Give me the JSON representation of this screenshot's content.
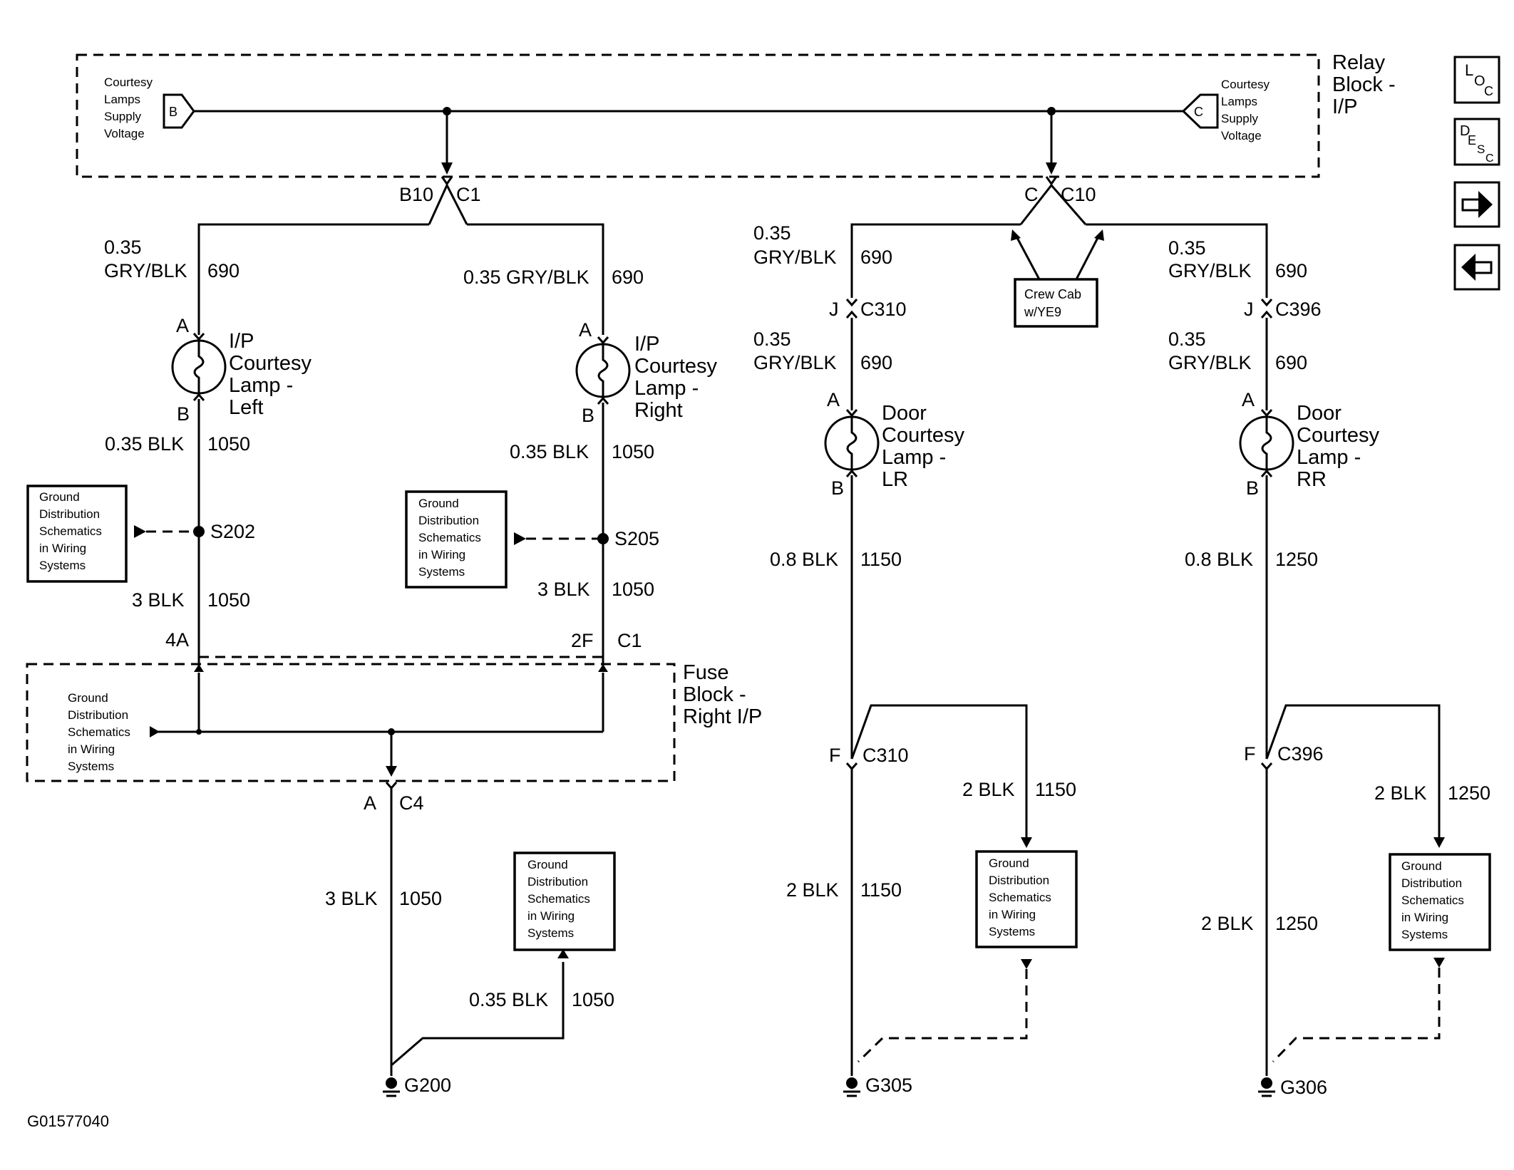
{
  "relay_block": {
    "title": [
      "Relay",
      "Block -",
      "I/P"
    ],
    "left_supply": {
      "connector": "B",
      "lines": [
        "Courtesy",
        "Lamps",
        "Supply",
        "Voltage"
      ]
    },
    "right_supply": {
      "connector": "C",
      "lines": [
        "Courtesy",
        "Lamps",
        "Supply",
        "Voltage"
      ]
    }
  },
  "connectors": {
    "b10": "B10",
    "c1_top": "C1",
    "c_top": "C",
    "c10": "C10",
    "j1": "J",
    "c310_top": "C310",
    "j2": "J",
    "c396_top": "C396",
    "f1": "F",
    "c310_bot": "C310",
    "f2": "F",
    "c396_bot": "C396",
    "s202": "S202",
    "s205": "S205",
    "p4a": "4A",
    "p2f": "2F",
    "c1_fuse": "C1",
    "a_c4": "A",
    "c4": "C4"
  },
  "lamps": {
    "ip_left": {
      "pin_a": "A",
      "pin_b": "B",
      "lines": [
        "I/P",
        "Courtesy",
        "Lamp -",
        "Left"
      ]
    },
    "ip_right": {
      "pin_a": "A",
      "pin_b": "B",
      "lines": [
        "I/P",
        "Courtesy",
        "Lamp -",
        "Right"
      ]
    },
    "door_lr": {
      "pin_a": "A",
      "pin_b": "B",
      "lines": [
        "Door",
        "Courtesy",
        "Lamp -",
        "LR"
      ]
    },
    "door_rr": {
      "pin_a": "A",
      "pin_b": "B",
      "lines": [
        "Door",
        "Courtesy",
        "Lamp -",
        "RR"
      ]
    }
  },
  "wires": {
    "w1": {
      "size": "0.35",
      "color": "GRY/BLK",
      "circuit": "690"
    },
    "w2": {
      "label": "0.35 GRY/BLK",
      "circuit": "690"
    },
    "w3": {
      "label": "0.35 BLK",
      "circuit": "1050"
    },
    "w4": {
      "label": "0.35 BLK",
      "circuit": "1050"
    },
    "w5": {
      "label": "3 BLK",
      "circuit": "1050"
    },
    "w6": {
      "label": "3 BLK",
      "circuit": "1050"
    },
    "w7": {
      "label": "3 BLK",
      "circuit": "1050"
    },
    "w8": {
      "label": "0.35 BLK",
      "circuit": "1050"
    },
    "w9": {
      "size": "0.35",
      "color": "GRY/BLK",
      "circuit": "690"
    },
    "w10": {
      "size": "0.35",
      "color": "GRY/BLK",
      "circuit": "690"
    },
    "w11": {
      "size": "0.35",
      "color": "GRY/BLK",
      "circuit": "690"
    },
    "w12": {
      "size": "0.35",
      "color": "GRY/BLK",
      "circuit": "690"
    },
    "w13": {
      "label": "0.8 BLK",
      "circuit": "1150"
    },
    "w14": {
      "label": "0.8 BLK",
      "circuit": "1250"
    },
    "w15": {
      "label": "2 BLK",
      "circuit": "1150"
    },
    "w16": {
      "label": "2 BLK",
      "circuit": "1250"
    },
    "w17": {
      "label": "2 BLK",
      "circuit": "1150"
    },
    "w18": {
      "label": "2 BLK",
      "circuit": "1250"
    }
  },
  "option_box": [
    "Crew Cab",
    "w/YE9"
  ],
  "fuse_block": {
    "title": [
      "Fuse",
      "Block -",
      "Right I/P"
    ]
  },
  "ground_ref": [
    "Ground",
    "Distribution",
    "Schematics",
    "in Wiring",
    "Systems"
  ],
  "grounds": {
    "g200": "G200",
    "g305": "G305",
    "g306": "G306"
  },
  "figure_id": "G01577040",
  "nav": {
    "loc": {
      "big": "L",
      "sub": "O",
      "sub2": "C"
    },
    "desc": {
      "big": "D",
      "sub": "E",
      "sub2": "S",
      "sub3": "C"
    },
    "next_icon": "arrow-right",
    "prev_icon": "arrow-left"
  }
}
